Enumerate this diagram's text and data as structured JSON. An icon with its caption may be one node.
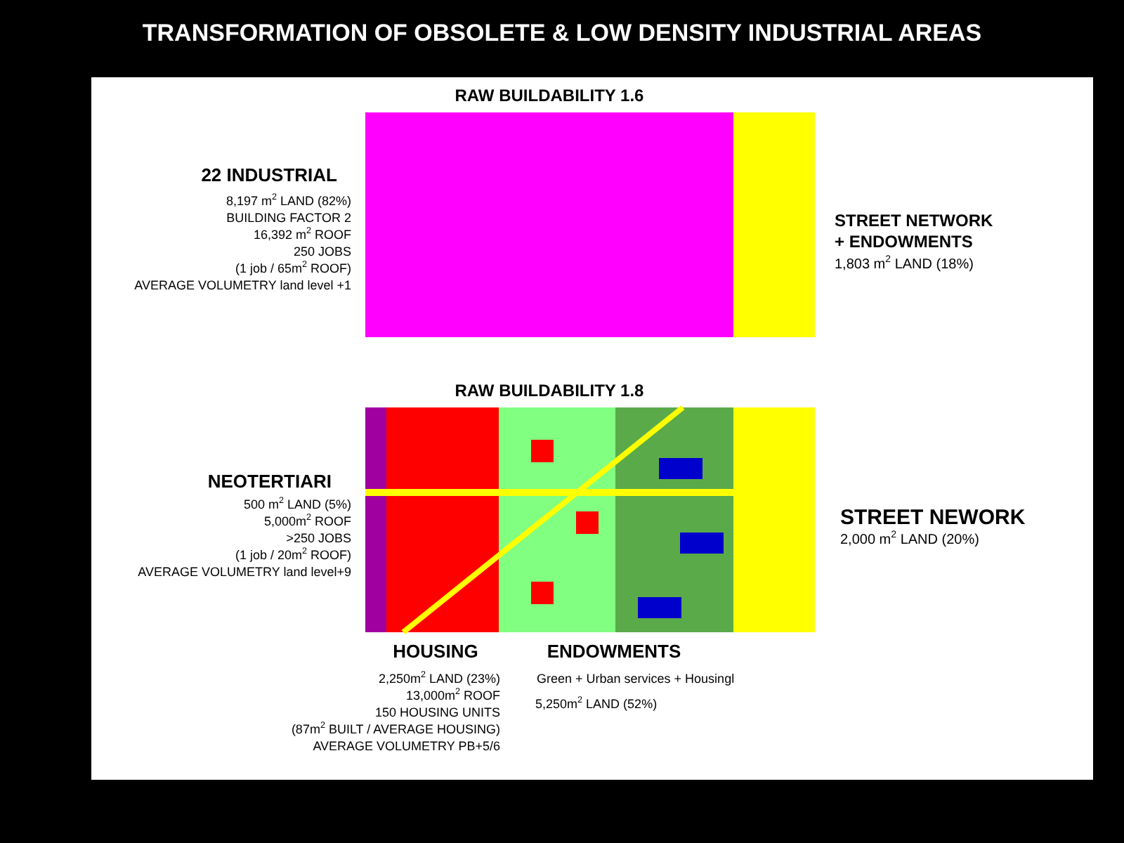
{
  "diagram": {
    "title": "TRANSFORMATION OF OBSOLETE & LOW DENSITY INDUSTRIAL AREAS",
    "labels": [
      "RAW BUILDABILITY 1.6",
      "22 INDUSTRIAL",
      "8,197 m$^{2}$ LAND (82%)",
      "BUILDING FACTOR 2",
      "16,392 m$^{2}$ ROOF",
      "250 JOBS",
      "(1 job / 65m$^{2}$ ROOF)",
      "AVERAGE VOLUMETRY land level +1",
      "STREET NETWORK",
      "+ ENDOWMENTS",
      "1,803 m$^{2}$ LAND (18%)",
      "RAW BUILDABILITY 1.8",
      "NEOTERTIARI",
      "500 m$^{2}$ LAND (5%)",
      "5,000m$^{2}$ ROOF",
      ">250 JOBS",
      "(1 job / 20m$^{2}$ ROOF)",
      "AVERAGE VOLUMETRY land level+9",
      "STREET NEWORK",
      "2,000 m$^{2}$ LAND (20%)",
      "HOUSING",
      "2,250m$^{2}$ LAND (23%)",
      "13,000m$^{2}$ ROOF",
      "150 HOUSING UNITS",
      "(87m$^{2}$ BUILT / AVERAGE HOUSING)",
      "AVERAGE VOLUMETRY PB+5/6",
      "ENDOWMENTS",
      "Green + Urban services + Housingl",
      "5,250m$^{2}$ LAND (52%)"
    ]
  }
}
